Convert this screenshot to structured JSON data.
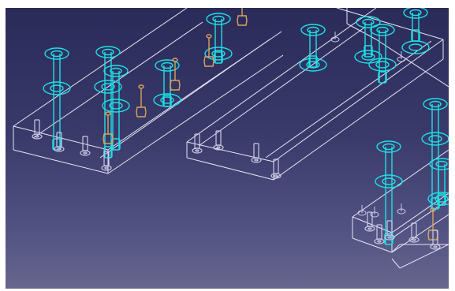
{
  "viewport": {
    "label": "",
    "colors": {
      "background_top": "#2b2b5a",
      "background_bottom": "#66668f",
      "wireframe": "#e6e6f5",
      "ejector_pin": "#1ee0e6",
      "screw_fastener": "#d9a35a",
      "bolt": "#c9c9e8"
    }
  },
  "scene": {
    "plates": [
      "mold-plate-left",
      "mold-plate-middle",
      "mold-plate-right",
      "mold-plate-top-right-corner"
    ],
    "parts": [
      "ejector-pin",
      "guide-bushing",
      "screw-fastener",
      "support-bolt"
    ]
  }
}
